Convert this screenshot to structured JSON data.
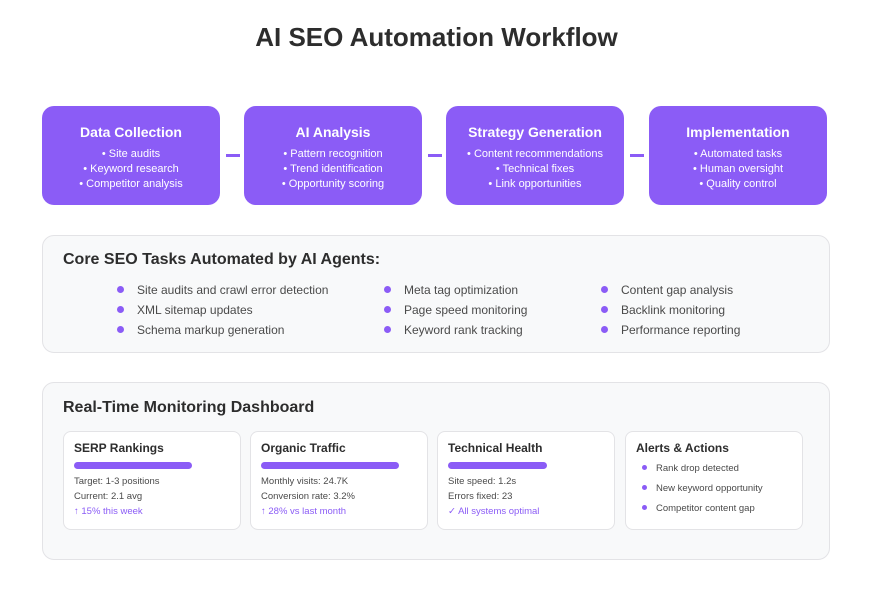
{
  "title": "AI SEO Automation Workflow",
  "steps": [
    {
      "title": "Data Collection",
      "items": [
        "• Site audits",
        "• Keyword research",
        "• Competitor analysis"
      ]
    },
    {
      "title": "AI Analysis",
      "items": [
        "• Pattern recognition",
        "• Trend identification",
        "• Opportunity scoring"
      ]
    },
    {
      "title": "Strategy Generation",
      "items": [
        "• Content recommendations",
        "• Technical fixes",
        "• Link opportunities"
      ]
    },
    {
      "title": "Implementation",
      "items": [
        "• Automated tasks",
        "• Human oversight",
        "• Quality control"
      ]
    }
  ],
  "tasks": {
    "heading": "Core SEO Tasks Automated by AI Agents:",
    "columns": [
      [
        "Site audits and crawl error detection",
        "XML sitemap updates",
        "Schema markup generation"
      ],
      [
        "Meta tag optimization",
        "Page speed monitoring",
        "Keyword rank tracking"
      ],
      [
        "Content gap analysis",
        "Backlink monitoring",
        "Performance reporting"
      ]
    ]
  },
  "dashboard": {
    "heading": "Real-Time Monitoring Dashboard",
    "cards": [
      {
        "title": "SERP Rankings",
        "lines": [
          "Target: 1-3 positions",
          "Current: 2.1 avg"
        ],
        "accent": "↑ 15% this week"
      },
      {
        "title": "Organic Traffic",
        "lines": [
          "Monthly visits: 24.7K",
          "Conversion rate: 3.2%"
        ],
        "accent": "↑ 28% vs last month"
      },
      {
        "title": "Technical Health",
        "lines": [
          "Site speed: 1.2s",
          "Errors fixed: 23"
        ],
        "accent": "✓ All systems optimal"
      }
    ],
    "alerts": {
      "title": "Alerts & Actions",
      "items": [
        "Rank drop detected",
        "New keyword opportunity",
        "Competitor content gap"
      ]
    }
  },
  "colors": {
    "accent": "#8b5cf6",
    "panel_bg": "#f8f9fa",
    "border": "#e3e3e6"
  }
}
